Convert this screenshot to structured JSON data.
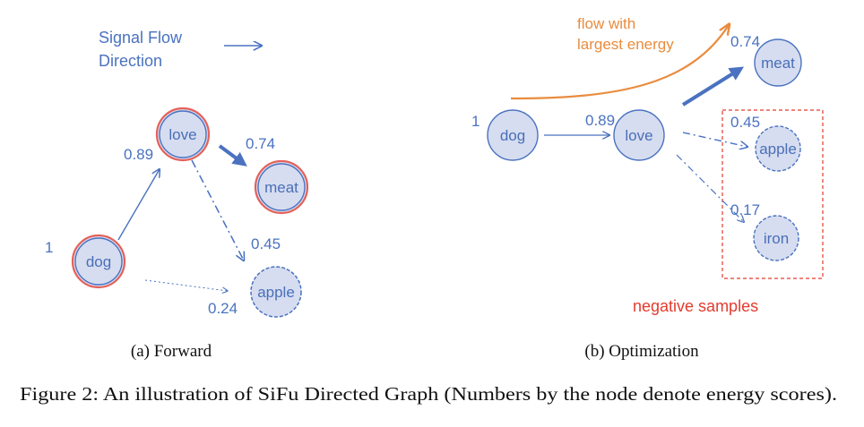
{
  "colors": {
    "blue": "#4A72C0",
    "node_fill": "#D6DDF0",
    "node_text": "#4A6FB8",
    "highlight_ring": "#E5615A",
    "orange": "#E98C3E",
    "red": "#E33B2E",
    "caption": "#111111"
  },
  "forward": {
    "signal_flow_line1": "Signal Flow",
    "signal_flow_line2": "Direction",
    "nodes": {
      "dog": "dog",
      "love": "love",
      "meat": "meat",
      "apple": "apple"
    },
    "scores": {
      "dog": "1",
      "love": "0.89",
      "meat": "0.74",
      "apple": "0.45",
      "apple_from_dog": "0.24"
    },
    "subcaption": "(a) Forward"
  },
  "optimization": {
    "flow_line1": "flow with",
    "flow_line2": "largest energy",
    "nodes": {
      "dog": "dog",
      "love": "love",
      "meat": "meat",
      "apple": "apple",
      "iron": "iron"
    },
    "scores": {
      "dog": "1",
      "love": "0.89",
      "meat": "0.74",
      "apple": "0.45",
      "iron": "0.17"
    },
    "negative_samples": "negative samples",
    "subcaption": "(b) Optimization"
  },
  "figure_caption": "Figure 2: An illustration of SiFu Directed Graph (Numbers by the node denote energy scores)."
}
